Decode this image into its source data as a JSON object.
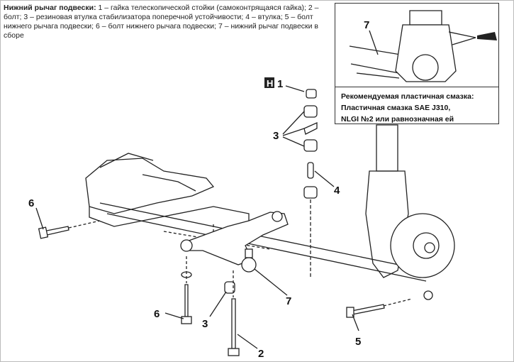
{
  "caption": {
    "title": "Нижний рычаг подвески:",
    "text": " 1 – гайка телескопической стойки (самоконтрящаяся гайка); 2 – болт; 3 – резиновая втулка стабилизатора поперечной устойчивости; 4 – втулка; 5 – болт нижнего рычага подвески; 6 – болт нижнего рычага подвески; 7 – нижний рычаг подвески в сборе"
  },
  "inset": {
    "label": "7",
    "lines": [
      "Рекомендуемая пластичная смазка:",
      "Пластичная смазка SAE J310,",
      "NLGI №2 или равнозначная ей"
    ]
  },
  "callouts": {
    "h_badge": "H",
    "n1": "1",
    "n2": "2",
    "n3a": "3",
    "n3b": "3",
    "n4": "4",
    "n5": "5",
    "n6a": "6",
    "n6b": "6",
    "n7": "7"
  }
}
